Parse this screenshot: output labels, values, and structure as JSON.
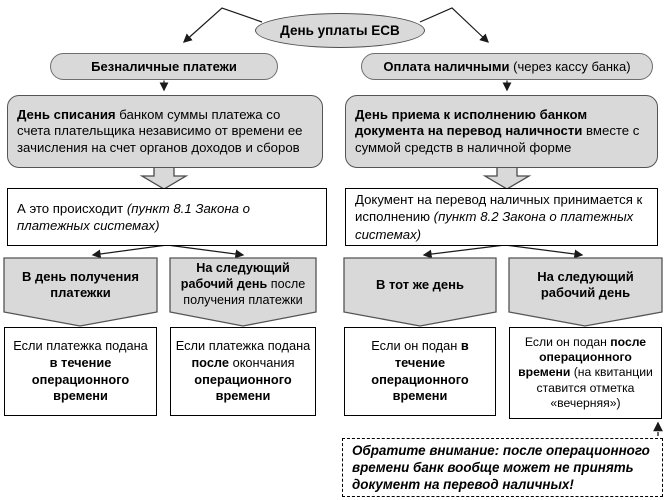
{
  "diagram": {
    "root": {
      "label": "День уплаты ЕСВ"
    },
    "left": {
      "header": {
        "bold": "Безналичные платежи"
      },
      "rule": {
        "bold": "День списания",
        "regular": " банком суммы платежа со счета плательщика независимо от времени ее зачисления на счет органов доходов и сборов"
      },
      "law": {
        "regular": "А это происходит ",
        "italic": "(пункт 8.1 Закона о платежных системах)"
      },
      "when1": {
        "bold": "В день получения платежки"
      },
      "when2": {
        "bold": "На следующий рабочий день",
        "regular": " после получения платежки"
      },
      "case1": {
        "r1": "Если платежка подана ",
        "b1": "в течение операционного времени"
      },
      "case2": {
        "r1": "Если платежка подана ",
        "b1": "после",
        "r2": " окончания ",
        "b2": "операционного времени"
      }
    },
    "right": {
      "header": {
        "bold": "Оплата наличными",
        "regular": " (через кассу банка)"
      },
      "rule": {
        "bold": "День приема к исполнению банком документа на перевод наличности",
        "regular": " вместе с суммой средств в наличной форме"
      },
      "law": {
        "regular": "Документ на перевод наличных принимается к исполнению ",
        "italic": "(пункт 8.2 Закона о платежных системах)"
      },
      "when1": {
        "bold": "В тот же день"
      },
      "when2": {
        "bold": "На следующий рабочий день"
      },
      "case1": {
        "r1": "Если он подан ",
        "b1": "в течение операционного времени"
      },
      "case2": {
        "r1": "Если он подан ",
        "b1": "после операционного времени",
        "r2": " (на квитанции ставится отметка «вечерняя»)"
      }
    },
    "note": {
      "text": "Обратите внимание: после операционного времени банк вообще может не принять документ на перевод наличных!"
    }
  },
  "colors": {
    "shape_fill": "#d9d9d9",
    "shape_border": "#545454",
    "connector": "#1a1a1a",
    "box_border": "#000000",
    "background": "#ffffff"
  }
}
